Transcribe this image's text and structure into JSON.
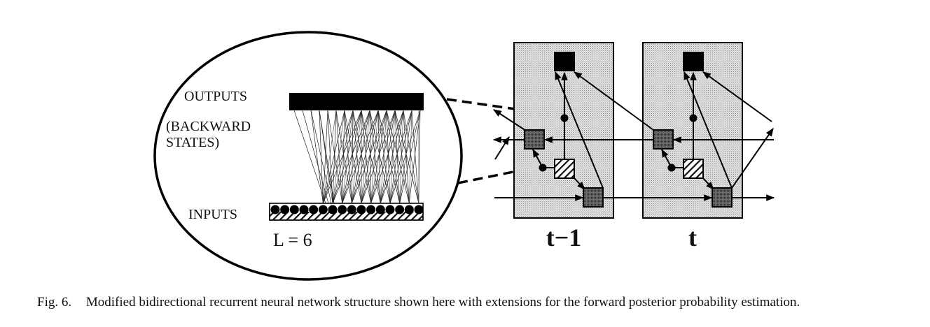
{
  "figure": {
    "inset": {
      "outputs_label": "OUTPUTS",
      "backward_label_line1": "(BACKWARD",
      "backward_label_line2": "STATES)",
      "inputs_label": "INPUTS",
      "window_label": "L = 6",
      "input_unit_count": 16
    },
    "frames": [
      {
        "label": "t−1"
      },
      {
        "label": "t"
      }
    ],
    "colors": {
      "frame_fill": "#d4d4d4",
      "state_fill": "#5a5a5a",
      "output_fill": "#000000",
      "stroke": "#000000"
    }
  },
  "caption": {
    "number": "Fig. 6.",
    "text": "Modified bidirectional recurrent neural network structure shown here with extensions for the forward posterior probability estimation."
  }
}
